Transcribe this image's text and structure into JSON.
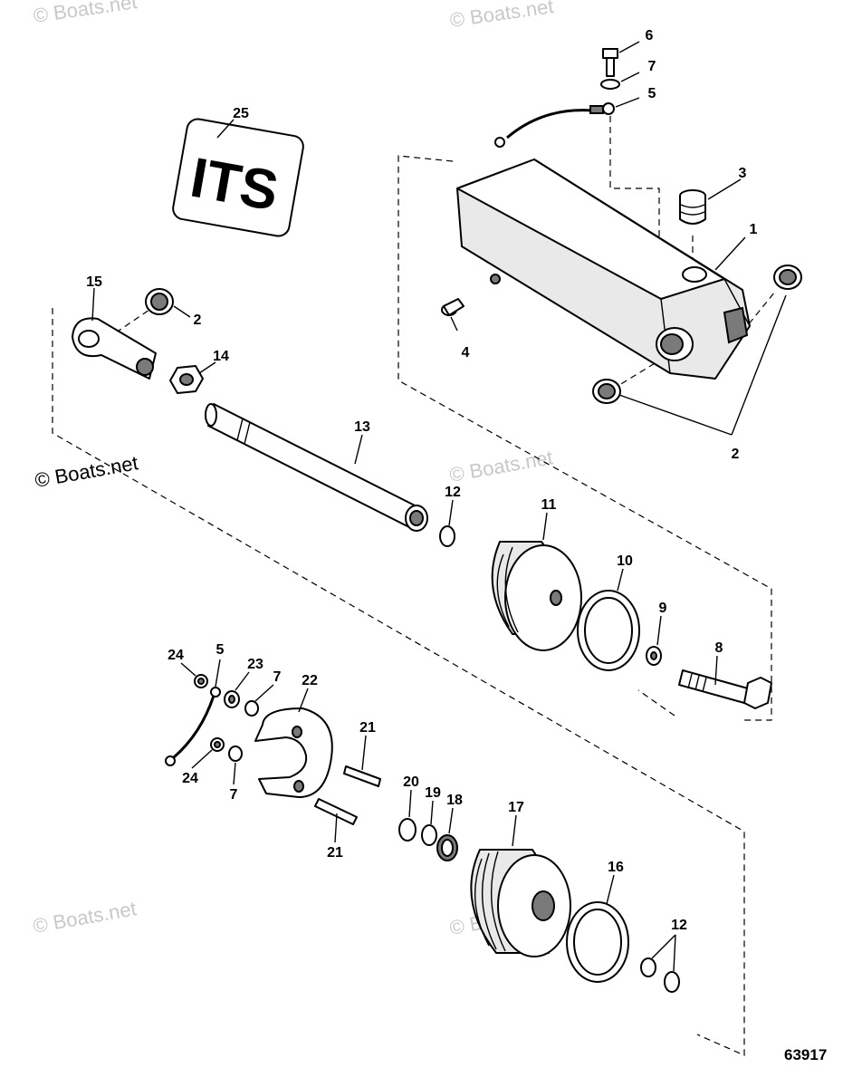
{
  "watermarks": [
    "© Boats.net",
    "© Boats.net",
    "© Boats.net",
    "© Boats.net",
    "© Boats.net",
    "© Boats.net"
  ],
  "its_label": "ITS",
  "figure_number": "63917",
  "callouts": {
    "p1": "1",
    "p2a": "2",
    "p2b": "2",
    "p3": "3",
    "p4": "4",
    "p5a": "5",
    "p5b": "5",
    "p6": "6",
    "p7a": "7",
    "p7b": "7",
    "p7c": "7",
    "p8": "8",
    "p9": "9",
    "p10": "10",
    "p11": "11",
    "p12a": "12",
    "p12b": "12",
    "p13": "13",
    "p14": "14",
    "p15": "15",
    "p16": "16",
    "p17": "17",
    "p18": "18",
    "p19": "19",
    "p20": "20",
    "p21a": "21",
    "p21b": "21",
    "p22": "22",
    "p23": "23",
    "p24a": "24",
    "p24b": "24",
    "p25": "25"
  }
}
